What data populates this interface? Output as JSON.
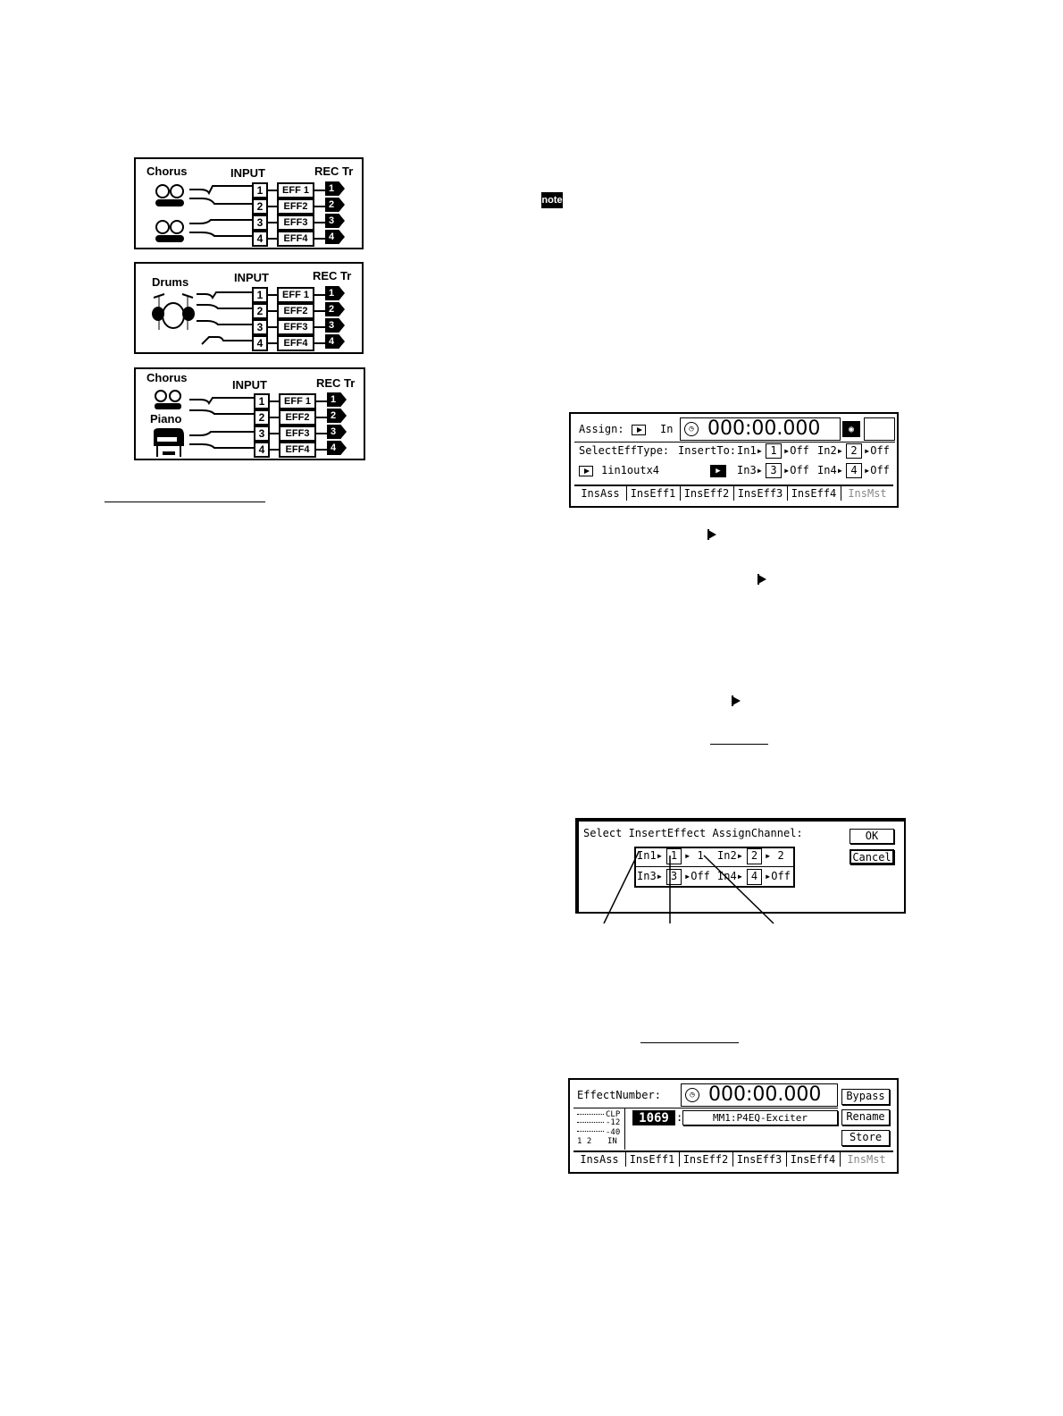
{
  "diagrams": [
    {
      "source_label": "Chorus",
      "source2_label": "",
      "input_label": "INPUT",
      "rec_label": "REC Tr",
      "inputs": [
        "1",
        "2",
        "3",
        "4"
      ],
      "effects": [
        "EFF 1",
        "EFF2",
        "EFF3",
        "EFF4"
      ],
      "tracks": [
        "1",
        "2",
        "3",
        "4"
      ]
    },
    {
      "source_label": "Drums",
      "source2_label": "",
      "input_label": "INPUT",
      "rec_label": "REC Tr",
      "inputs": [
        "1",
        "2",
        "3",
        "4"
      ],
      "effects": [
        "EFF 1",
        "EFF2",
        "EFF3",
        "EFF4"
      ],
      "tracks": [
        "1",
        "2",
        "3",
        "4"
      ]
    },
    {
      "source_label": "Chorus",
      "source2_label": "Piano",
      "input_label": "INPUT",
      "rec_label": "REC Tr",
      "inputs": [
        "1",
        "2",
        "3",
        "4"
      ],
      "effects": [
        "EFF 1",
        "EFF2",
        "EFF3",
        "EFF4"
      ],
      "tracks": [
        "1",
        "2",
        "3",
        "4"
      ]
    }
  ],
  "note_icon": "note",
  "screen1": {
    "assign_label": "Assign:",
    "assign_value": "In",
    "time": "000:00.000",
    "select_label": "SelectEffType:",
    "insert_label": "InsertTo:",
    "eff_type": "1in1outx4",
    "routes": [
      {
        "in": "In1",
        "ch": "1",
        "out": "Off"
      },
      {
        "in": "In2",
        "ch": "2",
        "out": "Off"
      },
      {
        "in": "In3",
        "ch": "3",
        "out": "Off"
      },
      {
        "in": "In4",
        "ch": "4",
        "out": "Off"
      }
    ],
    "tabs": [
      "InsAss",
      "InsEff1",
      "InsEff2",
      "InsEff3",
      "InsEff4",
      "InsMst"
    ]
  },
  "screen2": {
    "title": "Select InsertEffect AssignChannel:",
    "ok": "OK",
    "cancel": "Cancel",
    "routes": [
      {
        "in": "In1",
        "ch": "1",
        "out": "1"
      },
      {
        "in": "In2",
        "ch": "2",
        "out": "2"
      },
      {
        "in": "In3",
        "ch": "3",
        "out": "Off"
      },
      {
        "in": "In4",
        "ch": "4",
        "out": "Off"
      }
    ]
  },
  "screen3": {
    "label": "EffectNumber:",
    "time": "000:00.000",
    "bypass": "Bypass",
    "rename": "Rename",
    "store": "Store",
    "number": "1069",
    "name": "MM1:P4EQ-Exciter",
    "meter": {
      "clp": "CLP",
      "m12": "-12",
      "m40": "-40",
      "ch": "1 2",
      "in": "IN"
    },
    "tabs": [
      "InsAss",
      "InsEff1",
      "InsEff2",
      "InsEff3",
      "InsEff4",
      "InsMst"
    ]
  }
}
